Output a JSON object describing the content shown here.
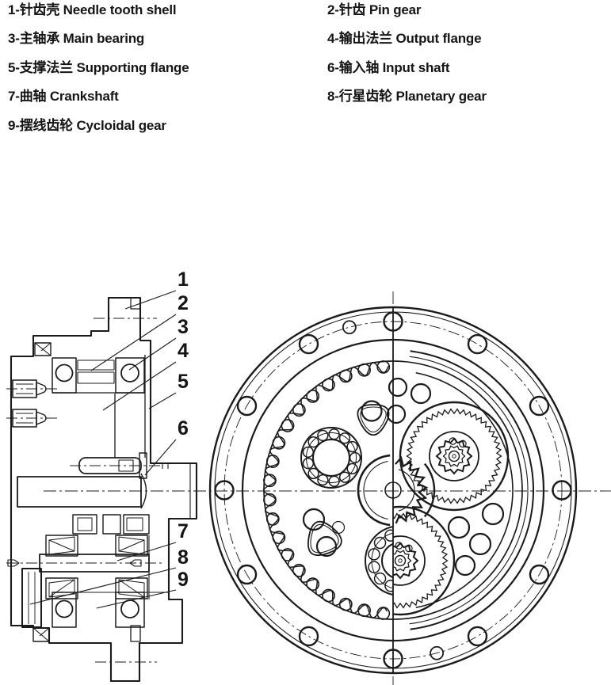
{
  "legend": {
    "left": [
      {
        "text": "1-针齿壳 Needle tooth shell"
      },
      {
        "text": "3-主轴承 Main bearing"
      },
      {
        "text": "5-支撑法兰 Supporting flange"
      },
      {
        "text": "7-曲轴 Crankshaft"
      },
      {
        "text": "9-摆线齿轮 Cycloidal gear"
      }
    ],
    "right": [
      {
        "text": "2-针齿 Pin gear"
      },
      {
        "text": "4-输出法兰 Output flange"
      },
      {
        "text": "6-输入轴 Input shaft"
      },
      {
        "text": "8-行星齿轮 Planetary gear"
      }
    ]
  },
  "callouts": {
    "n1": "1",
    "n2": "2",
    "n3": "3",
    "n4": "4",
    "n5": "5",
    "n6": "6",
    "n7": "7",
    "n8": "8",
    "n9": "9"
  },
  "colors": {
    "line": "#1b1b1b",
    "background": "#ffffff"
  }
}
